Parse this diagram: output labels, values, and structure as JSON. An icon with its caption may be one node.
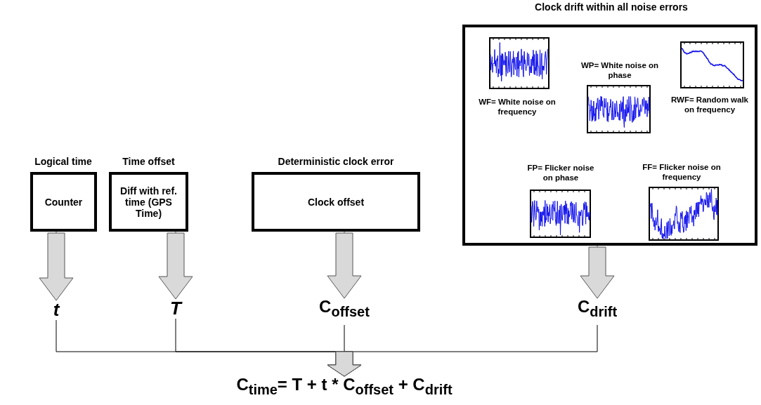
{
  "diagram": {
    "nodes": [
      {
        "text": [
          "Logical time",
          "Counter"
        ]
      },
      {
        "text": [
          "Time offset",
          "Diff with ref. time (GPS Time)"
        ]
      },
      {
        "text": [
          "Deterministic clock error",
          "Clock offset"
        ]
      },
      {
        "text": [
          "Clock drift within all noise errors"
        ]
      },
      {
        "text": [
          "t"
        ]
      },
      {
        "text": [
          "T"
        ]
      },
      {
        "text": [
          "C$_{offset}$"
        ]
      },
      {
        "text": [
          "C$_{drift}$"
        ]
      },
      {
        "text": [
          "C$_{time}$= T + t * C$_{offset}$ + C$_{drift}$"
        ]
      }
    ],
    "edges": [
      {
        "from": 0,
        "to": 4,
        "arrow": "to"
      },
      {
        "from": 1,
        "to": 5,
        "arrow": "to"
      },
      {
        "from": 2,
        "to": 6,
        "arrow": "to"
      },
      {
        "from": 3,
        "to": 7,
        "arrow": "to"
      },
      {
        "from": 4,
        "to": 8,
        "arrow": "to",
        "color": "#000000"
      },
      {
        "from": 5,
        "to": 8,
        "arrow": "to",
        "color": "#000000"
      },
      {
        "from": 6,
        "to": 8,
        "arrow": "to",
        "color": "#000000"
      },
      {
        "from": 7,
        "to": 8,
        "arrow": "to",
        "color": "#000000"
      }
    ],
    "labels": [
      "WF= White noise on frequency",
      "WP= White noise on phase",
      "RWF= Random walk on frequency",
      "FP= Flicker noise on phase",
      "FF= Flicker noise on frequency"
    ]
  }
}
